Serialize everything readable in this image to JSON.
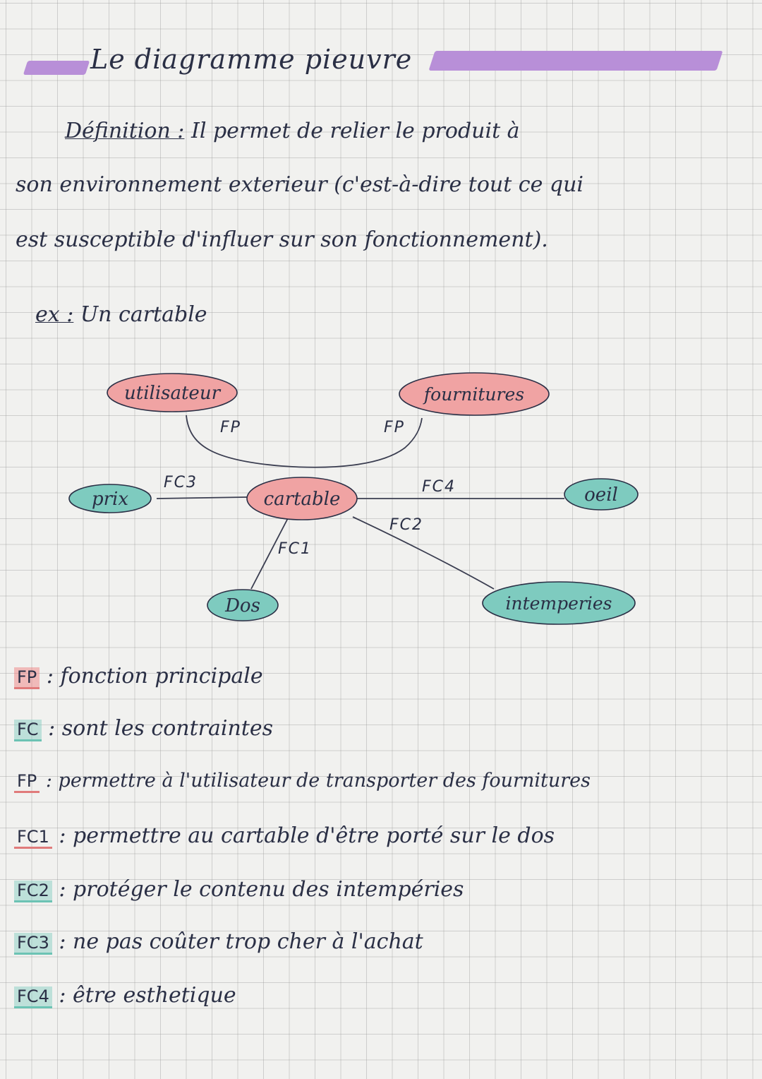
{
  "title": "Le diagramme pieuvre",
  "definition": {
    "label": "Définition :",
    "line1": "Il permet de relier le produit à",
    "line2": "son environnement exterieur (c'est-à-dire tout ce qui",
    "line3": "est susceptible d'influer sur son fonctionnement)."
  },
  "example": {
    "label": "ex :",
    "text": "Un cartable"
  },
  "diagram": {
    "center": "cartable",
    "nodes": [
      {
        "id": "utilisateur",
        "label": "utilisateur",
        "color": "#f0a3a3"
      },
      {
        "id": "fournitures",
        "label": "fournitures",
        "color": "#f0a3a3"
      },
      {
        "id": "prix",
        "label": "prix",
        "color": "#7ecbbf"
      },
      {
        "id": "oeil",
        "label": "oeil",
        "color": "#7ecbbf"
      },
      {
        "id": "dos",
        "label": "Dos",
        "color": "#7ecbbf"
      },
      {
        "id": "intemperies",
        "label": "intemperies",
        "color": "#7ecbbf"
      }
    ],
    "links": [
      {
        "from": "utilisateur",
        "to": "fournitures",
        "label": "FP",
        "label2": "FP"
      },
      {
        "from": "prix",
        "to": "cartable",
        "label": "FC3"
      },
      {
        "from": "cartable",
        "to": "oeil",
        "label": "FC4"
      },
      {
        "from": "cartable",
        "to": "intemperies",
        "label": "FC2"
      },
      {
        "from": "cartable",
        "to": "dos",
        "label": "FC1"
      }
    ]
  },
  "legend": [
    {
      "key": "FP",
      "text": "fonction principale",
      "style": "red"
    },
    {
      "key": "FC",
      "text": "sont les contraintes",
      "style": "green"
    },
    {
      "key": "FP",
      "text": "permettre à l'utilisateur de transporter des fournitures",
      "style": "plain-red"
    },
    {
      "key": "FC1",
      "text": "permettre au cartable d'être porté sur le dos",
      "style": "plain-red"
    },
    {
      "key": "FC2",
      "text": "protéger le contenu des intempéries",
      "style": "plain-green"
    },
    {
      "key": "FC3",
      "text": "ne pas coûter trop cher à l'achat",
      "style": "plain-green"
    },
    {
      "key": "FC4",
      "text": "être esthetique",
      "style": "plain-green"
    }
  ],
  "colors": {
    "pink": "#f0a3a3",
    "teal": "#7ecbbf",
    "purple_highlight": "#b88fd8",
    "ink": "#2a2f45"
  }
}
